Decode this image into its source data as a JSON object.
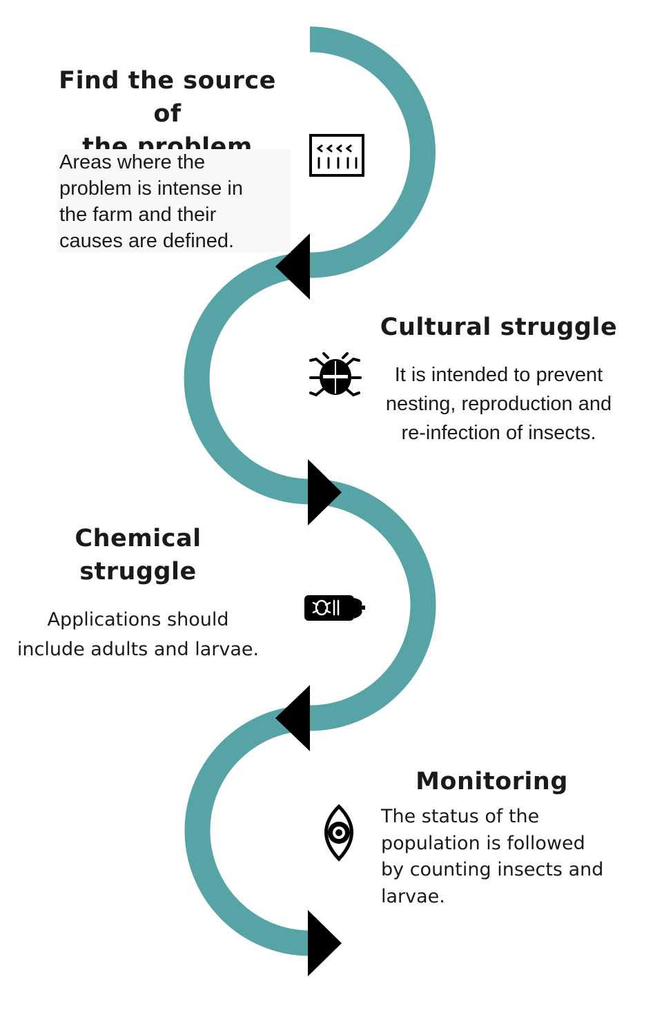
{
  "colors": {
    "path": "#57a4a6",
    "arrow": "#000000",
    "text": "#1a1a1a",
    "desc_box_bg": "#f7f8fa"
  },
  "steps": [
    {
      "title": "Find the source of\nthe problem",
      "description": "Areas where the\nproblem is intense in\nthe farm and their\ncauses are defined.",
      "icon": "greenhouse-icon"
    },
    {
      "title": "Cultural struggle",
      "description": "It is intended to prevent\nnesting, reproduction and\nre-infection of insects.",
      "icon": "bug-icon"
    },
    {
      "title": "Chemical\nstruggle",
      "description": "Applications should\ninclude adults and larvae.",
      "icon": "spray-can-icon"
    },
    {
      "title": "Monitoring",
      "description": "The status of the\npopulation is followed\nby counting insects and\nlarvae.",
      "icon": "eye-icon"
    }
  ]
}
